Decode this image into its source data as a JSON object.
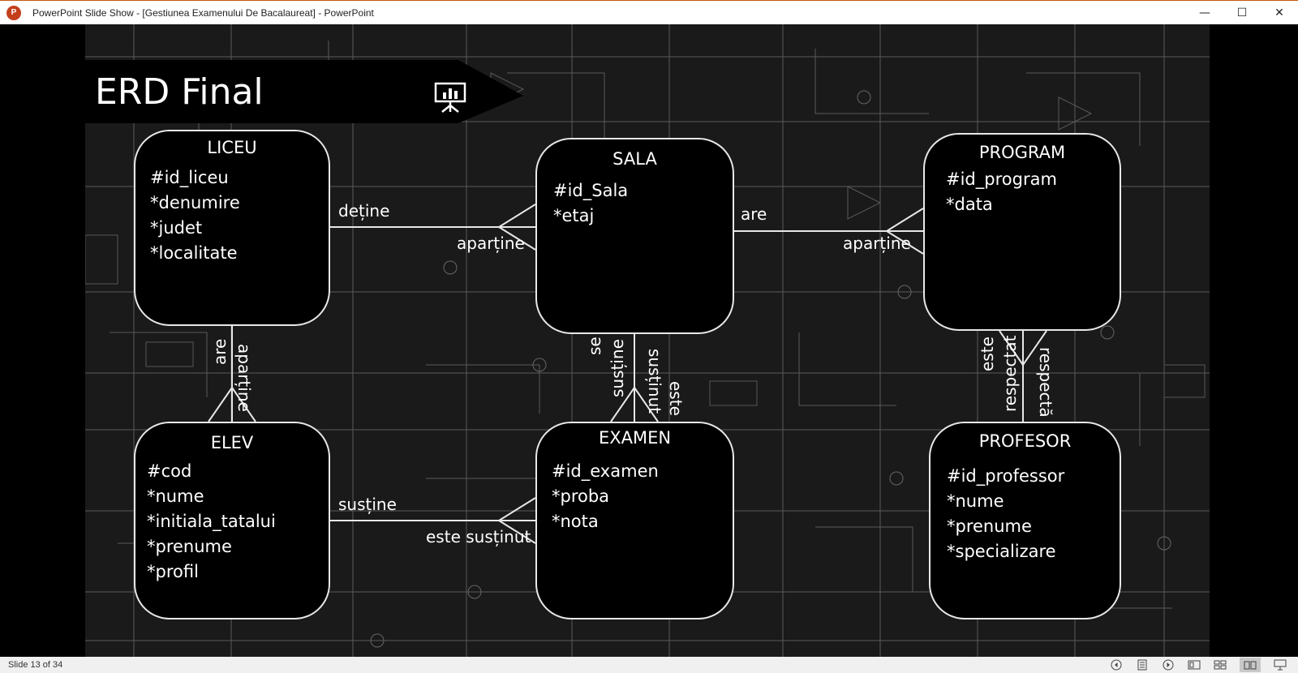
{
  "window": {
    "app_icon": "P",
    "title": "PowerPoint Slide Show - [Gestiunea Examenului De Bacalaureat] - PowerPoint",
    "minimize": "—",
    "maximize": "☐",
    "close": "✕"
  },
  "slide": {
    "title": "ERD Final",
    "entities": {
      "liceu": {
        "name": "LICEU",
        "attributes": [
          "#id_liceu",
          "*denumire",
          "*judet",
          "*localitate"
        ]
      },
      "sala": {
        "name": "SALA",
        "attributes": [
          "#id_Sala",
          "*etaj"
        ]
      },
      "program": {
        "name": "PROGRAM",
        "attributes": [
          "#id_program",
          "*data"
        ]
      },
      "elev": {
        "name": "ELEV",
        "attributes": [
          "#cod",
          "*nume",
          "*initiala_tatalui",
          "*prenume",
          "*profil"
        ]
      },
      "examen": {
        "name": "EXAMEN",
        "attributes": [
          "#id_examen",
          "*proba",
          "*nota"
        ]
      },
      "profesor": {
        "name": "PROFESOR",
        "attributes": [
          "#id_professor",
          "*nume",
          "*prenume",
          "*specializare"
        ]
      }
    },
    "relations": {
      "liceu_sala_top": "deține",
      "liceu_sala_bottom": "aparține",
      "sala_program_top": "are",
      "sala_program_bottom": "aparține",
      "liceu_elev_left": "are",
      "liceu_elev_right": "aparține",
      "elev_examen_top": "susține",
      "elev_examen_bottom": "este susținut",
      "sala_examen_1": "se",
      "sala_examen_2": "susține",
      "sala_examen_3": "susținut",
      "sala_examen_4": "este",
      "program_profesor_1": "este",
      "program_profesor_2": "respectat",
      "program_profesor_3": "respectă"
    }
  },
  "status": {
    "slide_counter": "Slide 13 of 34",
    "icons": [
      "previous-icon",
      "notes-icon",
      "next-icon",
      "normal-view-icon",
      "slide-sorter-icon",
      "reading-view-icon",
      "slideshow-icon"
    ]
  }
}
